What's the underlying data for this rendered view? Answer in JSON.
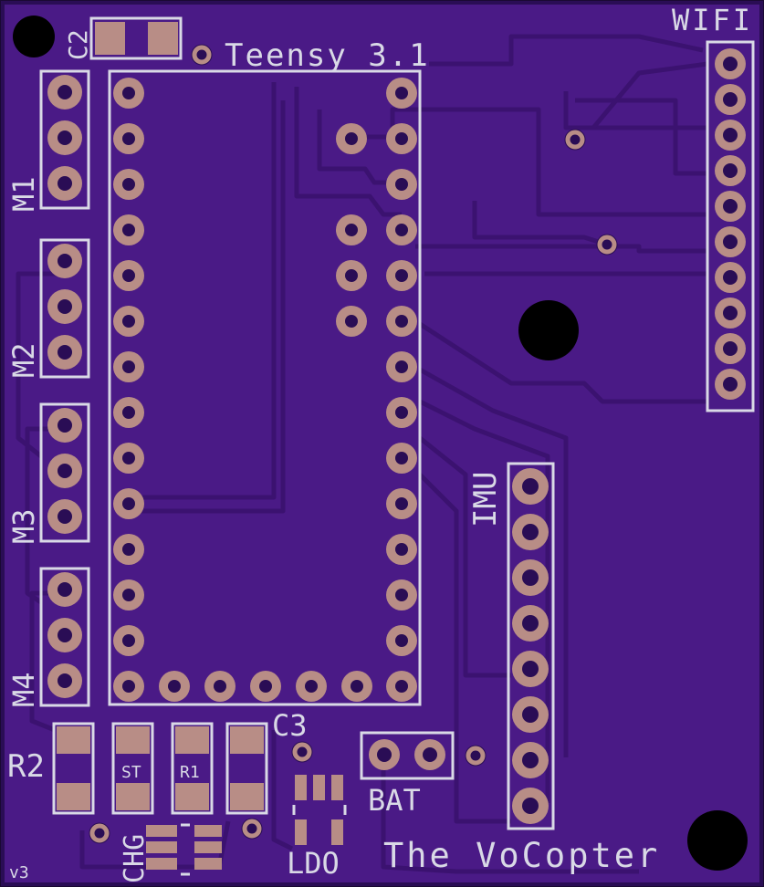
{
  "board": {
    "title": "The VoCopter",
    "version": "v3",
    "colors": {
      "substrate": "#4a1a86",
      "copper_trace": "#3c1272",
      "trace_highlight": "#5a2a9a",
      "pad": "#b88d86",
      "silkscreen": "#d9d9e6",
      "hole": "#000000"
    }
  },
  "labels": {
    "teensy": "Teensy 3.1",
    "wifi": "WIFI",
    "imu": "IMU",
    "m1": "M1",
    "m2": "M2",
    "m3": "M3",
    "m4": "M4",
    "r2": "R2",
    "c3": "C3",
    "bat": "BAT",
    "ldo": "LDO",
    "chg": "CHG",
    "st": "ST",
    "r1": "R1",
    "c2": "C2"
  }
}
